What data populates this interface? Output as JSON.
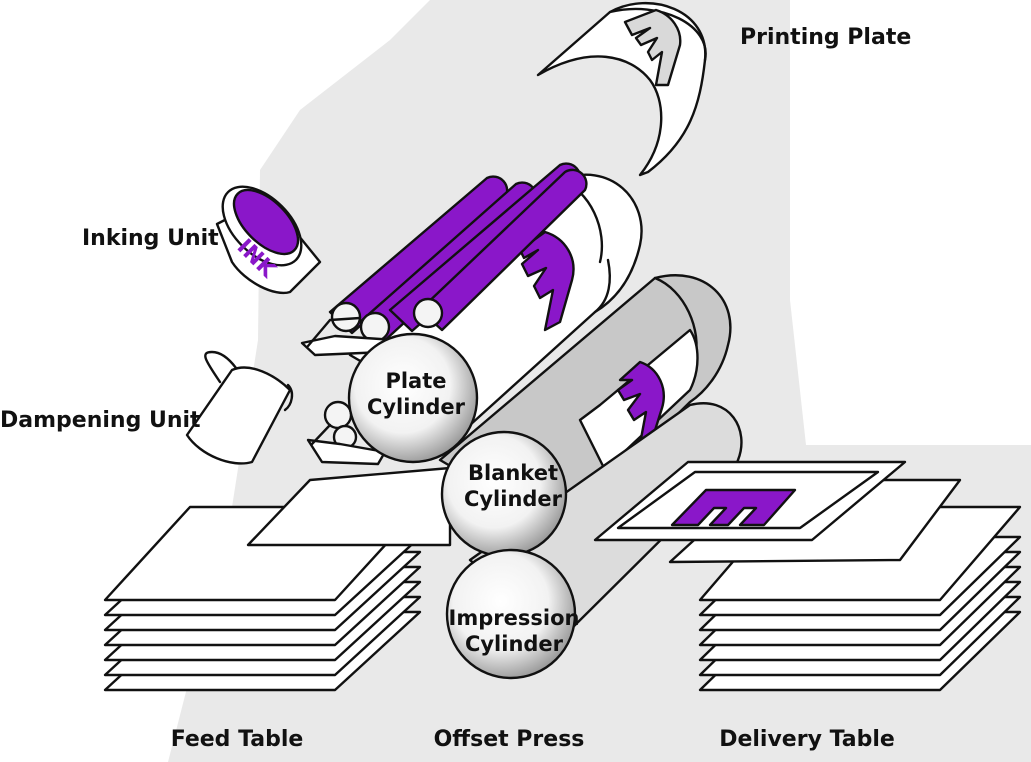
{
  "labels": {
    "printing_plate": "Printing Plate",
    "inking_unit": "Inking Unit",
    "dampening_unit": "Dampening Unit",
    "plate_cylinder_line1": "Plate",
    "plate_cylinder_line2": "Cylinder",
    "blanket_cylinder_line1": "Blanket",
    "blanket_cylinder_line2": "Cylinder",
    "impression_cylinder_line1": "Impression",
    "impression_cylinder_line2": "Cylinder",
    "feed_table": "Feed Table",
    "offset_press": "Offset Press",
    "delivery_table": "Delivery Table",
    "ink_can_text": "INK"
  },
  "colors": {
    "accent": "#8a17c9",
    "background_shape": "#e9e9e9",
    "outline": "#111111",
    "blanket_gray": "#c8c8c8"
  },
  "icons": {
    "plate_logo": "letter-m-logo",
    "inking_unit": "ink-can-icon",
    "dampening_unit": "water-jug-icon"
  }
}
